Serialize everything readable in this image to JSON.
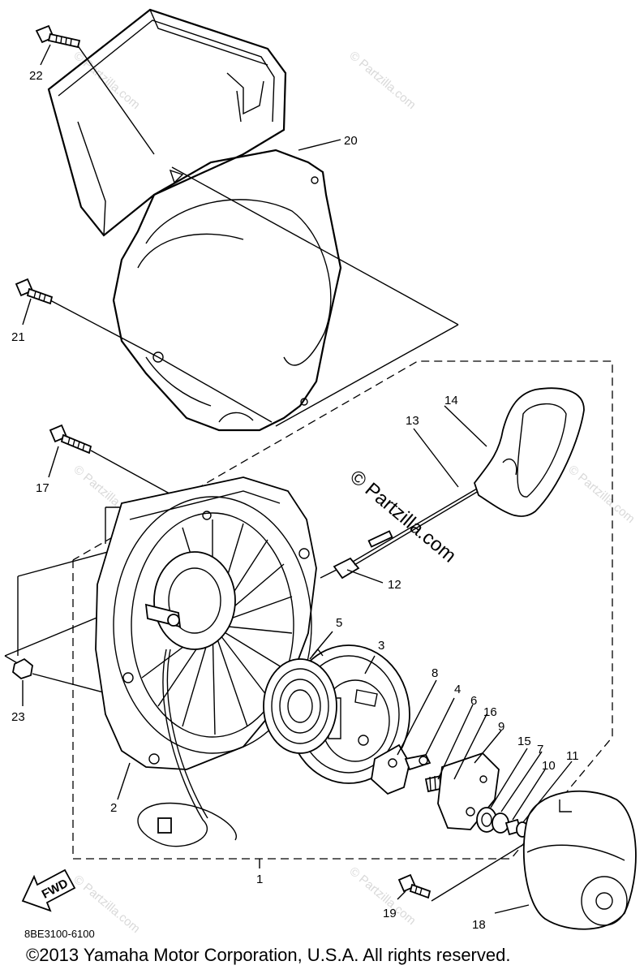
{
  "callouts": {
    "c1": "1",
    "c2": "2",
    "c3": "3",
    "c4": "4",
    "c5": "5",
    "c6": "6",
    "c7": "7",
    "c8": "8",
    "c9": "9",
    "c10": "10",
    "c11": "11",
    "c12": "12",
    "c13": "13",
    "c14": "14",
    "c15": "15",
    "c16": "16",
    "c17": "17",
    "c18": "18",
    "c19": "19",
    "c20": "20",
    "c21": "21",
    "c22": "22",
    "c23": "23"
  },
  "fwd_label": "FWD",
  "watermark_text": "© Partzilla.com",
  "part_code": "8BE3100-6100",
  "copyright": "©2013 Yamaha Motor Corporation, U.S.A. All rights reserved."
}
